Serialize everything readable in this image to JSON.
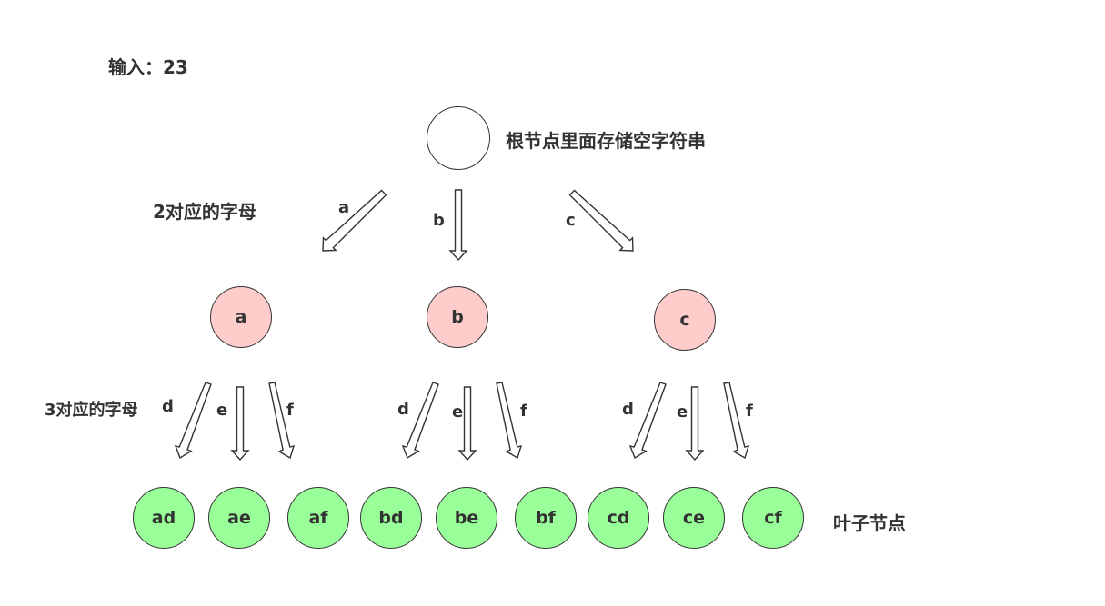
{
  "input_label": "输入：23",
  "root_caption": "根节点里面存储空字符串",
  "level1_caption": "2对应的字母",
  "level2_caption": "3对应的字母",
  "leaf_caption": "叶子节点",
  "root_node": "",
  "level1": {
    "edges": [
      "a",
      "b",
      "c"
    ],
    "nodes": [
      "a",
      "b",
      "c"
    ]
  },
  "level2": {
    "edges": [
      "d",
      "e",
      "f",
      "d",
      "e",
      "f",
      "d",
      "e",
      "f"
    ]
  },
  "leaves": [
    "ad",
    "ae",
    "af",
    "bd",
    "be",
    "bf",
    "cd",
    "ce",
    "cf"
  ],
  "colors": {
    "root": "#ffffff",
    "mid": "#ffcccc",
    "leaf": "#99ff99",
    "stroke": "#333333"
  }
}
